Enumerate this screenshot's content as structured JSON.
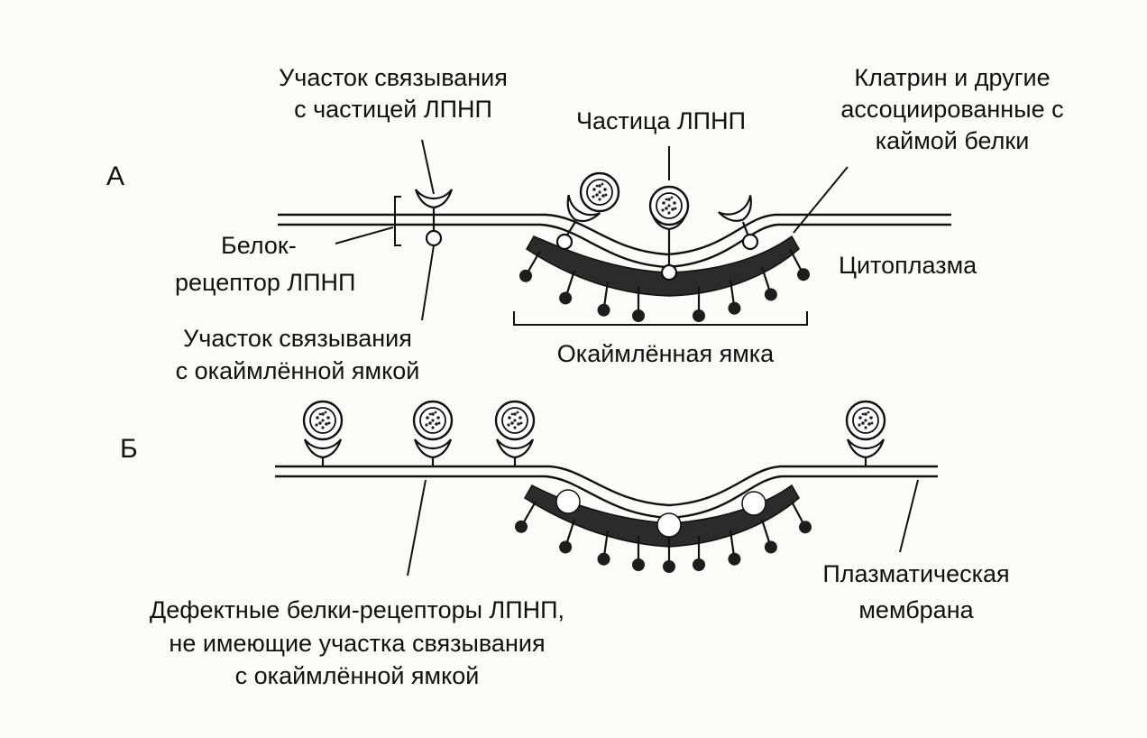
{
  "panel_a": {
    "marker": "А",
    "labels": {
      "binding_site_ldl_line1": "Участок связывания",
      "binding_site_ldl_line2": "с частицей ЛПНП",
      "ldl_particle": "Частица ЛПНП",
      "clathrin_line1": "Клатрин и другие",
      "clathrin_line2": "ассоциированные с",
      "clathrin_line3": "каймой белки",
      "receptor_line1": "Белок-",
      "receptor_line2": "рецептор ЛПНП",
      "cytoplasm": "Цитоплазма",
      "binding_site_pit_line1": "Участок связывания",
      "binding_site_pit_line2": "с окаймлённой ямкой",
      "coated_pit": "Окаймлённая ямка"
    }
  },
  "panel_b": {
    "marker": "Б",
    "labels": {
      "defective_line1": "Дефектные белки-рецепторы ЛПНП,",
      "defective_line2": "не имеющие участка связывания",
      "defective_line3": "с окаймлённой ямкой",
      "membrane_line1": "Плазматическая",
      "membrane_line2": "мембрана"
    }
  }
}
